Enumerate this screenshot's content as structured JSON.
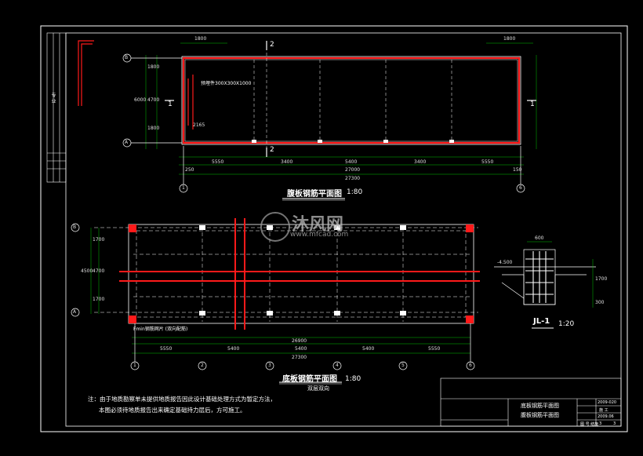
{
  "plan_top": {
    "title": "腹板钢筋平面图",
    "scale": "1:80",
    "section_labels": [
      "2",
      "2",
      "1",
      "1"
    ],
    "axis_left": [
      "B",
      "A"
    ],
    "axis_bottom": [
      "1",
      "6"
    ],
    "dims_top": [
      "1800",
      "1800"
    ],
    "dims_left": [
      "1800",
      "6000",
      "4700",
      "1800"
    ],
    "dims_bottom": [
      "250",
      "5550",
      "3400",
      "5400",
      "3400",
      "5550",
      "150"
    ],
    "total_dim": "27000",
    "total_dim2": "27300",
    "annotation": "预埋件300X300X1000",
    "annotation2": "2165"
  },
  "plan_bottom": {
    "title": "底板钢筋平面图",
    "scale": "1:80",
    "subtitle": "双层双向",
    "axis_left": [
      "B",
      "A"
    ],
    "axis_bottom": [
      "1",
      "2",
      "3",
      "4",
      "5",
      "6"
    ],
    "dims_left": [
      "1700",
      "4500",
      "4700",
      "1700"
    ],
    "dims_bottom": [
      "5550",
      "5400",
      "5400",
      "5400",
      "5550"
    ],
    "total_dim": "26900",
    "total_dim2": "27300",
    "annotation": "Fmin钢筋网片 (双向配筋)"
  },
  "detail": {
    "title": "JL-1",
    "scale": "1:20",
    "dims": [
      "600",
      "1700",
      "300"
    ],
    "elevation": "-4.500"
  },
  "notes": {
    "line1": "注：由于地质勘察单未提供地质报告因此设计基础处理方式为暂定方法，",
    "line2": "本图必须待地质报告出来确定基础持力层后，方可施工。"
  },
  "title_block": {
    "drawing_name1": "底板钢筋平面图",
    "drawing_name2": "腹板钢筋平面图",
    "code": "2009-020",
    "stage": "施 工",
    "date": "2009.06",
    "sheet": "3",
    "total": "3",
    "footer": "图  号 结施"
  },
  "side_strip": {
    "label": "专 业"
  },
  "watermark": {
    "brand": "沐风网",
    "url": "www.mfcad.com"
  },
  "colors": {
    "background": "#000000",
    "line": "#ffffff",
    "rebar": "#ff1a1a",
    "dim": "#00c000",
    "axis": "#00ff00"
  }
}
